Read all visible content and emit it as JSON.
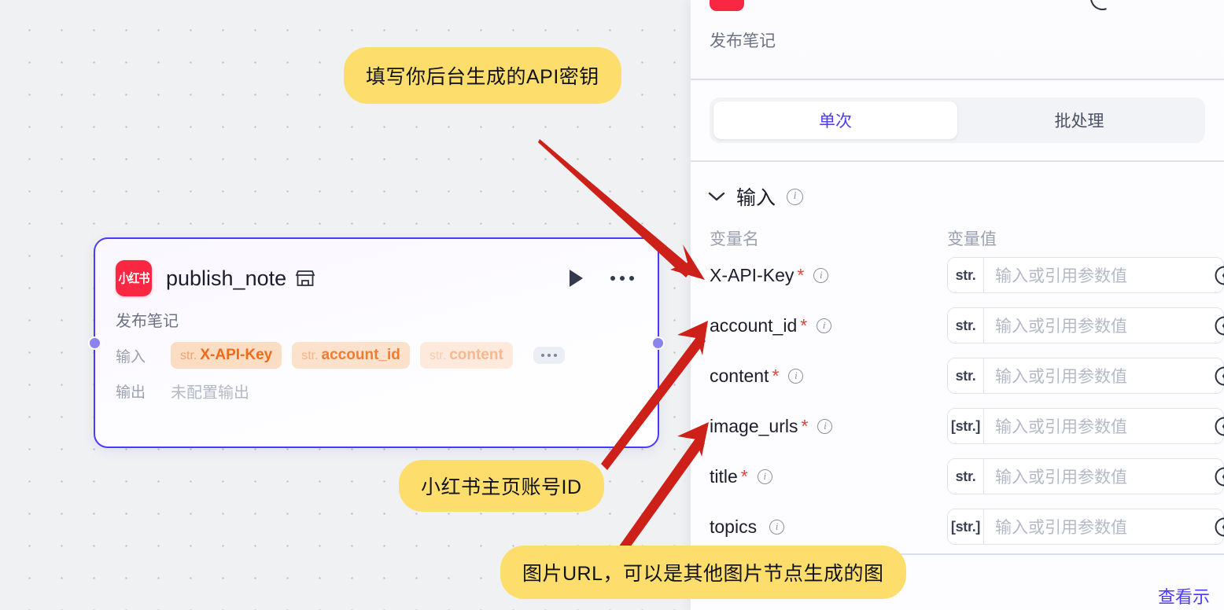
{
  "canvas": {
    "node": {
      "logo_text": "小红书",
      "title": "publish_note",
      "subtitle": "发布笔记",
      "input_label": "输入",
      "output_label": "输出",
      "output_value": "未配置输出",
      "tags": [
        {
          "type": "str.",
          "name": "X-API-Key"
        },
        {
          "type": "str.",
          "name": "account_id"
        },
        {
          "type": "str.",
          "name": "content"
        }
      ]
    },
    "callouts": [
      {
        "id": "callout-api",
        "text": "填写你后台生成的API密钥"
      },
      {
        "id": "callout-acct",
        "text": "小红书主页账号ID"
      },
      {
        "id": "callout-img",
        "text": "图片URL，可以是其他图片节点生成的图"
      }
    ]
  },
  "panel": {
    "subtitle": "发布笔记",
    "tabs": [
      {
        "label": "单次",
        "active": true
      },
      {
        "label": "批处理",
        "active": false
      }
    ],
    "section": {
      "title": "输入"
    },
    "columns": {
      "name": "变量名",
      "value": "变量值"
    },
    "placeholder": "输入或引用参数值",
    "rows": [
      {
        "name": "X-API-Key",
        "required": "*",
        "type": "str."
      },
      {
        "name": "account_id",
        "required": "*",
        "type": "str."
      },
      {
        "name": "content",
        "required": "*",
        "type": "str."
      },
      {
        "name": "image_urls",
        "required": "*",
        "type": "[str.]"
      },
      {
        "name": "title",
        "required": "*",
        "type": "str."
      },
      {
        "name": "topics",
        "required": "",
        "type": "[str.]"
      }
    ],
    "footer_link": "查看示"
  },
  "colors": {
    "accent": "#4a3aff",
    "brand_red": "#fa2742",
    "callout": "#fdde6d",
    "arrow": "#cc2018",
    "required": "#ef3b3b",
    "canvas_bg": "#f0f1f3"
  }
}
